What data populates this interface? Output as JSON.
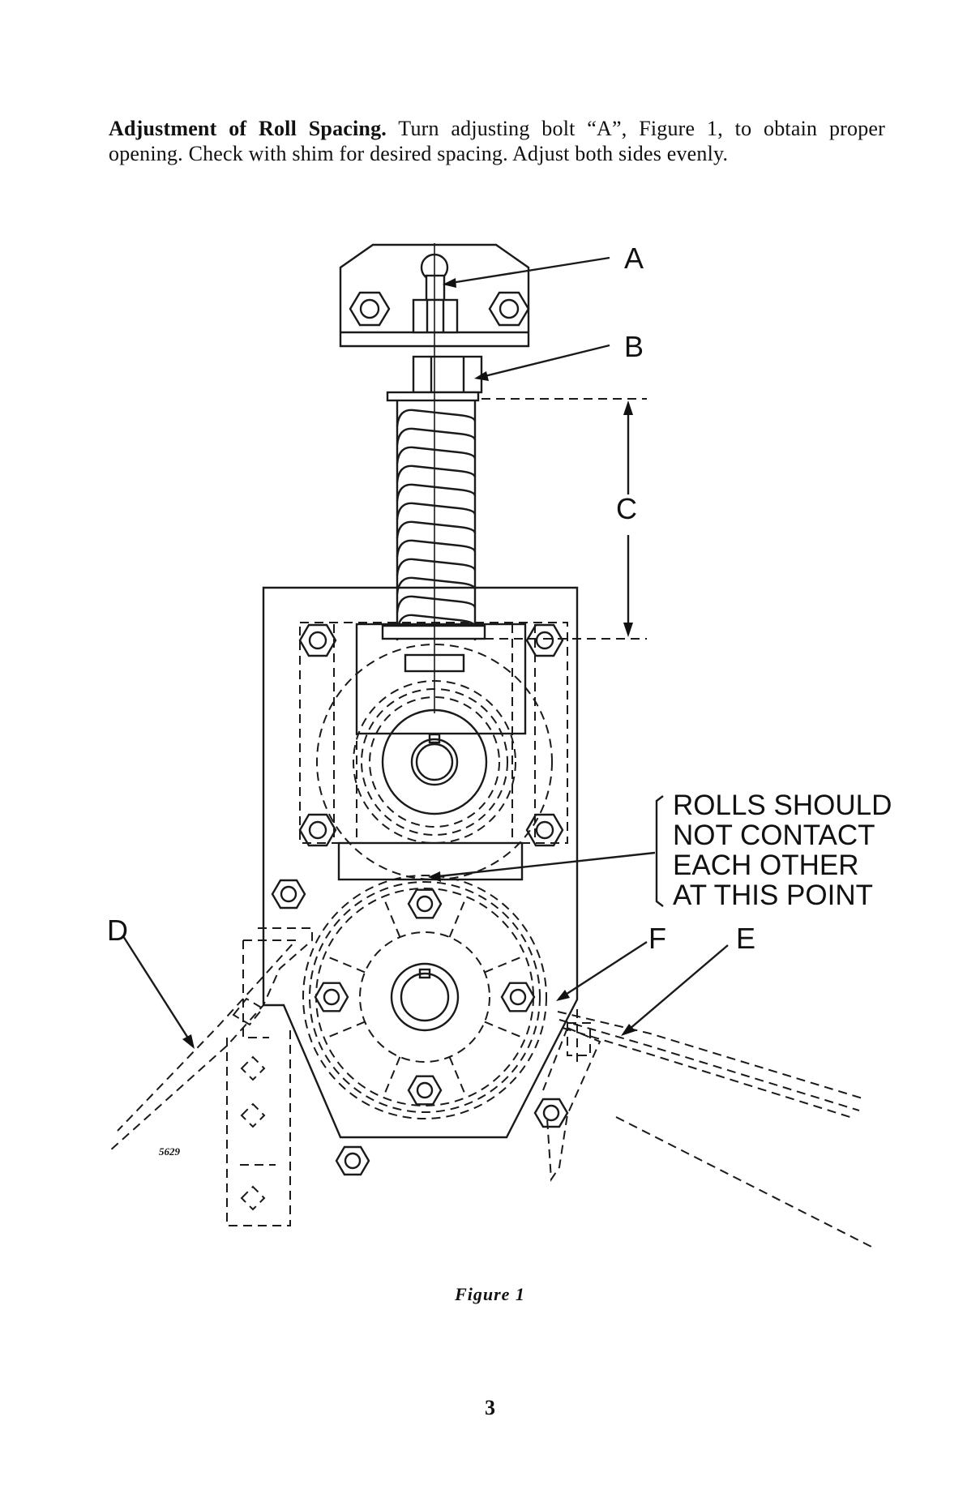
{
  "paragraph": {
    "heading": "Adjustment of Roll Spacing.",
    "body": " Turn adjusting bolt “A”, Figure 1, to obtain proper opening. Check with shim for desired spacing. Adjust both sides evenly."
  },
  "figure": {
    "labels": {
      "a": "A",
      "b": "B",
      "c": "C",
      "d": "D",
      "e": "E",
      "f": "F"
    },
    "note_lines": [
      "ROLLS SHOULD",
      "NOT CONTACT",
      "EACH OTHER",
      "AT THIS POINT"
    ],
    "drawing_number": "5629",
    "caption": "Figure 1"
  },
  "page_number": "3"
}
